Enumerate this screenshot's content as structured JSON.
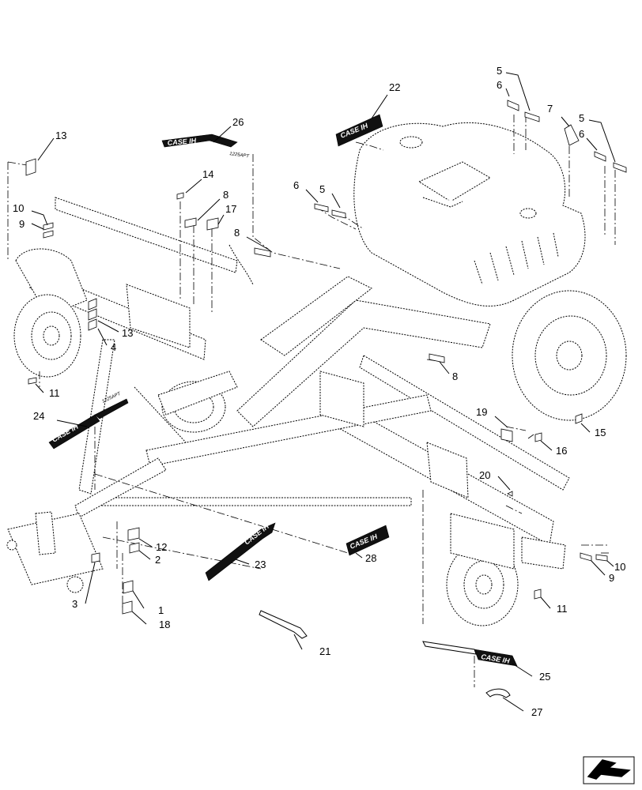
{
  "callouts": [
    "1",
    "2",
    "3",
    "4",
    "5",
    "6",
    "7",
    "8",
    "9",
    "10",
    "11",
    "12",
    "13",
    "14",
    "15",
    "16",
    "17",
    "18",
    "19",
    "20",
    "21",
    "22",
    "23",
    "24",
    "25",
    "26",
    "27",
    "28"
  ],
  "decal_text": {
    "brand": "CASE IH",
    "model": "1225APT"
  },
  "icons": {
    "navigation": "arrow-corner-icon"
  }
}
